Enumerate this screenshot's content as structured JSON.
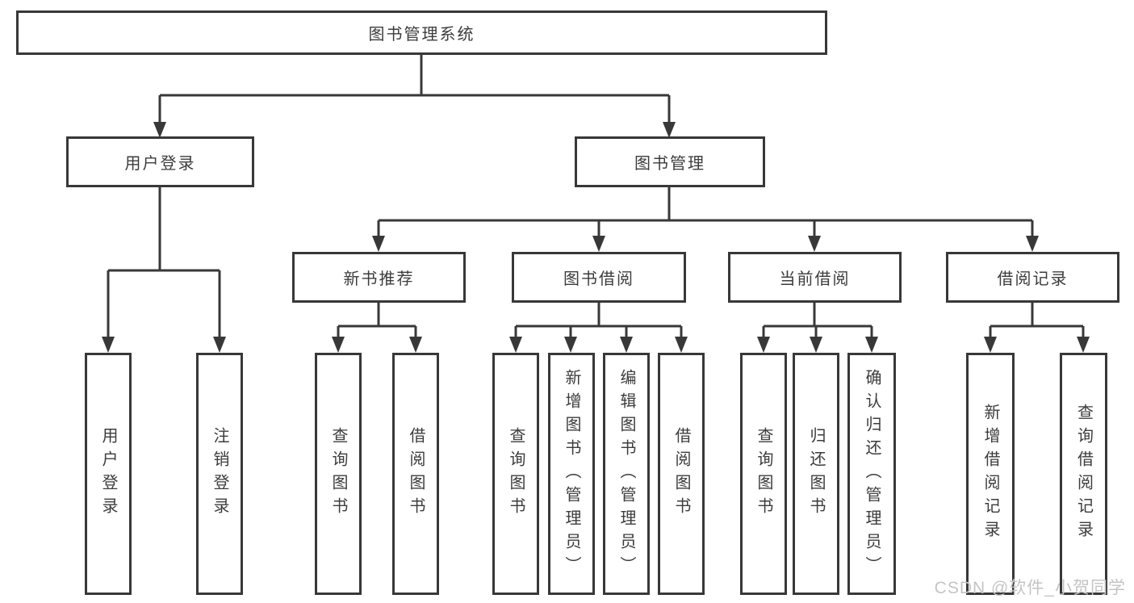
{
  "tree": {
    "root": {
      "label": "图书管理系统"
    },
    "level2": [
      {
        "label": "用户登录"
      },
      {
        "label": "图书管理"
      }
    ],
    "level3": [
      {
        "label": "新书推荐"
      },
      {
        "label": "图书借阅"
      },
      {
        "label": "当前借阅"
      },
      {
        "label": "借阅记录"
      }
    ],
    "leaves": {
      "user_login": [
        "用户登录",
        "注销登录"
      ],
      "new_book": [
        "查询图书",
        "借阅图书"
      ],
      "book_borrow": [
        "查询图书",
        "新增图书（管理员）",
        "编辑图书（管理员）",
        "借阅图书"
      ],
      "current_borrow": [
        "查询图书",
        "归还图书",
        "确认归还（管理员）"
      ],
      "borrow_record": [
        "新增借阅记录",
        "查询借阅记录"
      ]
    }
  },
  "watermark": "CSDN @软件_小贺同学",
  "colors": {
    "line": "#383838",
    "box_border": "#383838",
    "text": "#3c3c3c",
    "background": "#ffffff",
    "watermark": "#c4c4c4"
  }
}
